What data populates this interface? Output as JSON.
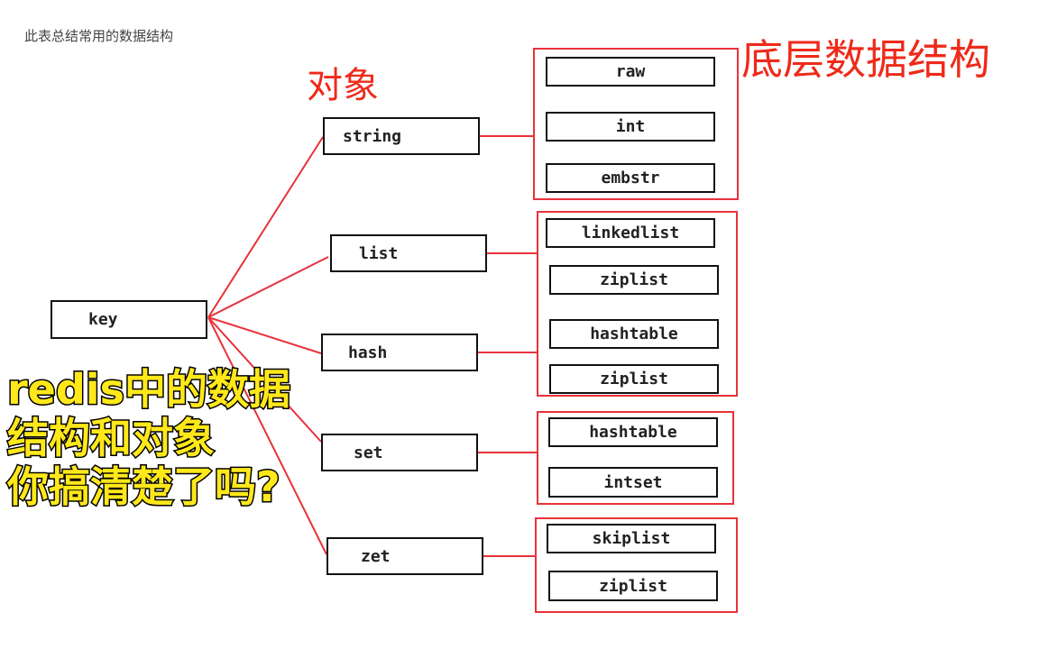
{
  "title": "此表总结常用的数据结构",
  "objects_label": "对象",
  "structures_label": "底层数据结构",
  "key": "key",
  "objects": [
    {
      "name": "string",
      "structures": [
        "raw",
        "int",
        "embstr"
      ]
    },
    {
      "name": "list",
      "structures": [
        "linkedlist",
        "ziplist"
      ]
    },
    {
      "name": "hash",
      "structures": [
        "hashtable",
        "ziplist"
      ]
    },
    {
      "name": "set",
      "structures": [
        "hashtable",
        "intset"
      ]
    },
    {
      "name": "zet",
      "structures": [
        "skiplist",
        "ziplist"
      ]
    }
  ],
  "caption": {
    "line1": "redis中的数据结构和对象",
    "line2": "你搞清楚了吗?"
  },
  "colors": {
    "accent": "#e8323a",
    "caption": "#ffe81a"
  }
}
